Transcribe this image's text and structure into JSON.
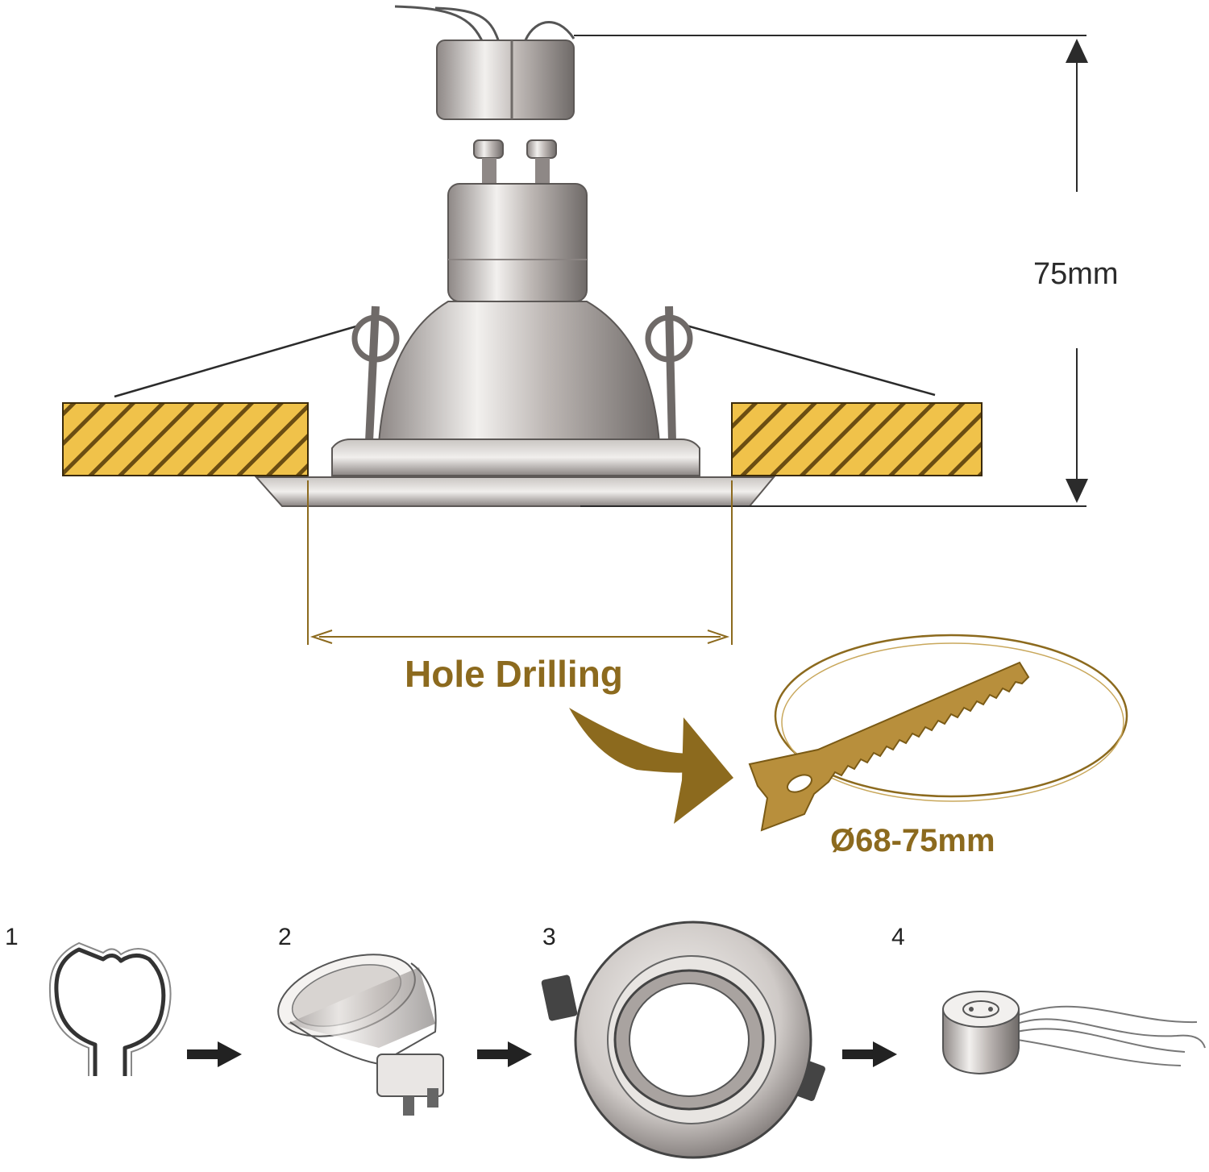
{
  "dimensions": {
    "height_label": "75mm",
    "hole_label": "Hole Drilling",
    "diameter_label": "Ø68-75mm"
  },
  "steps": [
    {
      "number": "1",
      "item": "spring-clip"
    },
    {
      "number": "2",
      "item": "gu10-bulb"
    },
    {
      "number": "3",
      "item": "recessed-frame"
    },
    {
      "number": "4",
      "item": "gu10-socket"
    }
  ],
  "colors": {
    "gold": "#8c6a1e",
    "wood": "#f0c24a",
    "metal_light": "#e8e6e4",
    "metal_dark": "#7d7876",
    "line": "#2b2b2b"
  }
}
